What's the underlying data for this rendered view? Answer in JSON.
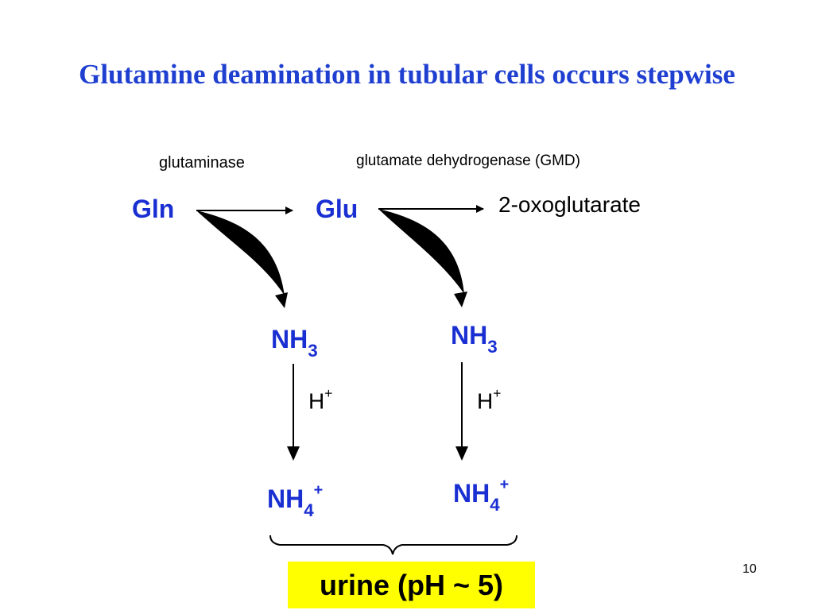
{
  "slide": {
    "title": "Glutamine deamination in tubular cells occurs stepwise",
    "page_number": "10"
  },
  "enzymes": {
    "first": "glutaminase",
    "second": "glutamate dehydrogenase (GMD)"
  },
  "molecules": {
    "gln": "Gln",
    "glu": "Glu",
    "oxoglutarate": "2-oxoglutarate",
    "nh3_base": "NH",
    "nh3_sub": "3",
    "nh4_base": "NH",
    "nh4_sub": "4",
    "nh4_sup": "+",
    "h_base": "H",
    "h_sup": "+"
  },
  "urine": {
    "label": "urine (pH ~ 5)"
  }
}
